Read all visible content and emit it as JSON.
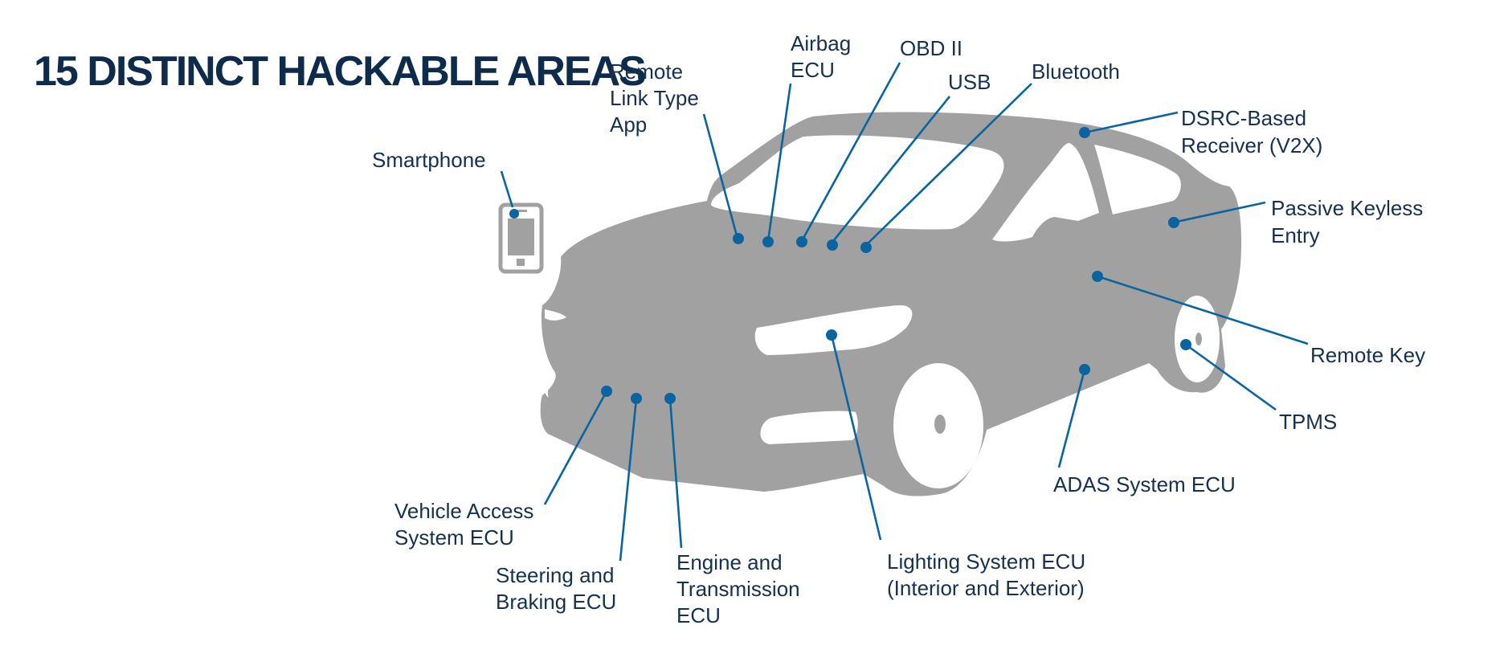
{
  "title": "15 DISTINCT HACKABLE AREAS",
  "colors": {
    "title": "#0f2b4c",
    "label": "#15314f",
    "accent": "#0a64a0",
    "car_body": "#a1a1a1",
    "background": "#ffffff"
  },
  "icons": [
    "car-silhouette-icon",
    "smartphone-icon"
  ],
  "labels": {
    "smartphone": [
      "Smartphone"
    ],
    "remote_link": [
      "Remote",
      "Link Type",
      "App"
    ],
    "airbag": [
      "Airbag",
      "ECU"
    ],
    "obd": [
      "OBD II"
    ],
    "usb": [
      "USB"
    ],
    "bluetooth": [
      "Bluetooth"
    ],
    "dsrc": [
      "DSRC-Based",
      "Receiver (V2X)"
    ],
    "keyless": [
      "Passive Keyless",
      "Entry"
    ],
    "remote_key": [
      "Remote Key"
    ],
    "tpms": [
      "TPMS"
    ],
    "adas": [
      "ADAS System ECU"
    ],
    "lighting": [
      "Lighting System ECU",
      "(Interior and Exterior)"
    ],
    "engine": [
      "Engine and",
      "Transmission",
      "ECU"
    ],
    "steering": [
      "Steering and",
      "Braking ECU"
    ],
    "vehicle_access": [
      "Vehicle Access",
      "System ECU"
    ]
  }
}
